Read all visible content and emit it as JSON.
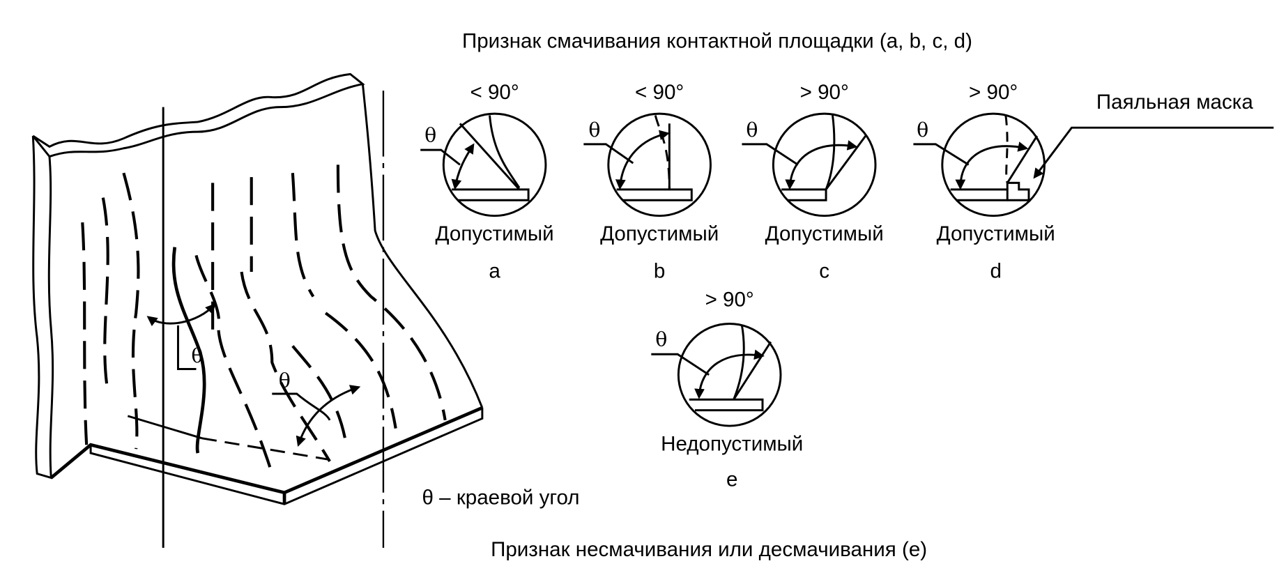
{
  "title_top": "Признак смачивания контактной площадки (a, b, c, d)",
  "title_bottom": "Признак несмачивания или десмачивания (e)",
  "theta_symbol": "θ",
  "legend": "θ – краевой угол",
  "solder_mask_label": "Паяльная маска",
  "cases": [
    {
      "angle": "< 90°",
      "verdict": "Допустимый",
      "letter": "a"
    },
    {
      "angle": "< 90°",
      "verdict": "Допустимый",
      "letter": "b"
    },
    {
      "angle": "> 90°",
      "verdict": "Допустимый",
      "letter": "c"
    },
    {
      "angle": "> 90°",
      "verdict": "Допустимый",
      "letter": "d"
    },
    {
      "angle": "> 90°",
      "verdict": "Недопустимый",
      "letter": "e"
    }
  ]
}
